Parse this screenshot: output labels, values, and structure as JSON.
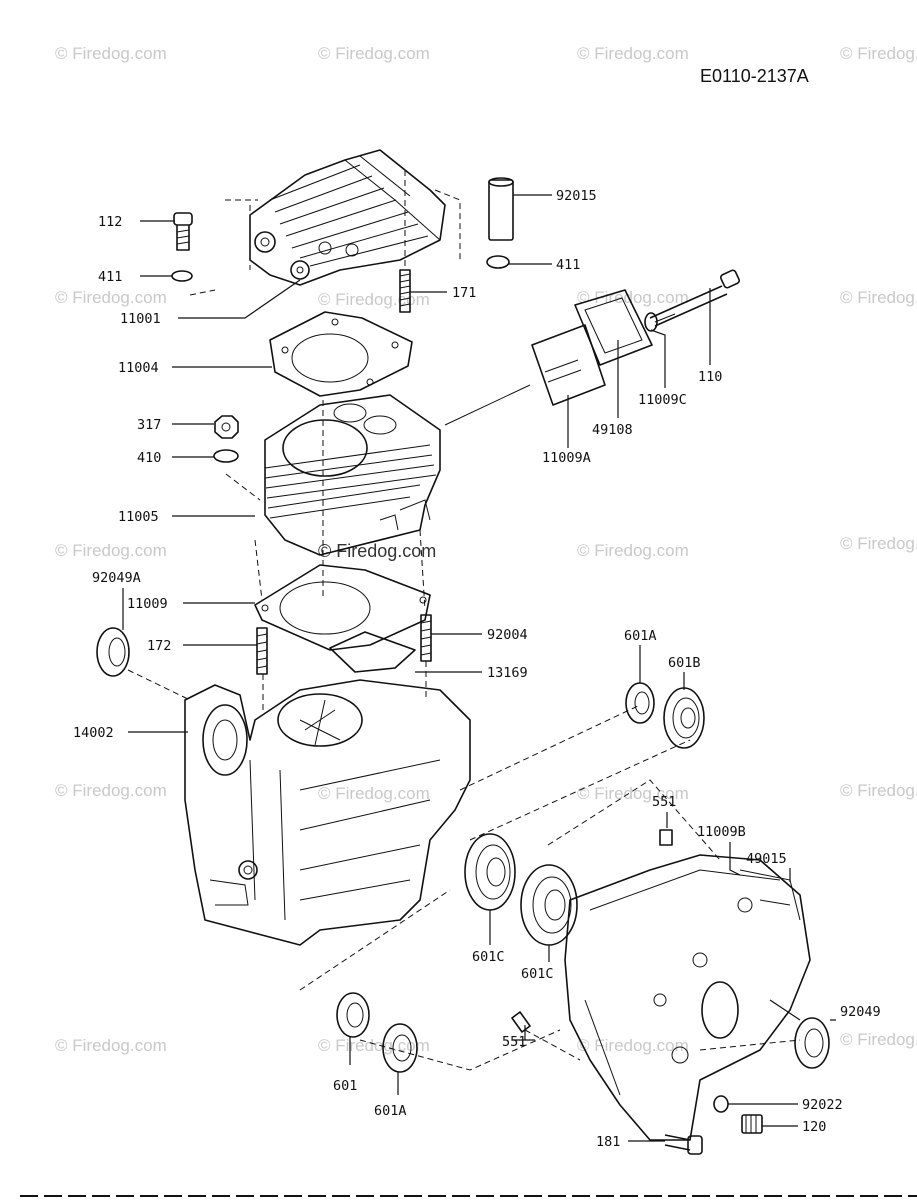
{
  "diagram": {
    "reference": "E0110-2137A",
    "watermark": "© Firedog.com",
    "center_watermark": "© Firedog.com",
    "parts": [
      {
        "id": "112",
        "label": "112"
      },
      {
        "id": "411a",
        "label": "411"
      },
      {
        "id": "11001",
        "label": "11001"
      },
      {
        "id": "92015",
        "label": "92015"
      },
      {
        "id": "411b",
        "label": "411"
      },
      {
        "id": "171",
        "label": "171"
      },
      {
        "id": "110",
        "label": "110"
      },
      {
        "id": "11009C",
        "label": "11009C"
      },
      {
        "id": "49108",
        "label": "49108"
      },
      {
        "id": "11009A",
        "label": "11009A"
      },
      {
        "id": "11004",
        "label": "11004"
      },
      {
        "id": "317",
        "label": "317"
      },
      {
        "id": "410",
        "label": "410"
      },
      {
        "id": "11005",
        "label": "11005"
      },
      {
        "id": "92049A",
        "label": "92049A"
      },
      {
        "id": "11009",
        "label": "11009"
      },
      {
        "id": "172",
        "label": "172"
      },
      {
        "id": "92004",
        "label": "92004"
      },
      {
        "id": "13169",
        "label": "13169"
      },
      {
        "id": "601A_top",
        "label": "601A"
      },
      {
        "id": "601B",
        "label": "601B"
      },
      {
        "id": "14002",
        "label": "14002"
      },
      {
        "id": "551_top",
        "label": "551"
      },
      {
        "id": "11009B",
        "label": "11009B"
      },
      {
        "id": "49015",
        "label": "49015"
      },
      {
        "id": "601C_a",
        "label": "601C"
      },
      {
        "id": "601C_b",
        "label": "601C"
      },
      {
        "id": "92049",
        "label": "92049"
      },
      {
        "id": "551_bottom",
        "label": "551"
      },
      {
        "id": "601",
        "label": "601"
      },
      {
        "id": "601A_bottom",
        "label": "601A"
      },
      {
        "id": "92022",
        "label": "92022"
      },
      {
        "id": "120",
        "label": "120"
      },
      {
        "id": "181",
        "label": "181"
      }
    ]
  }
}
